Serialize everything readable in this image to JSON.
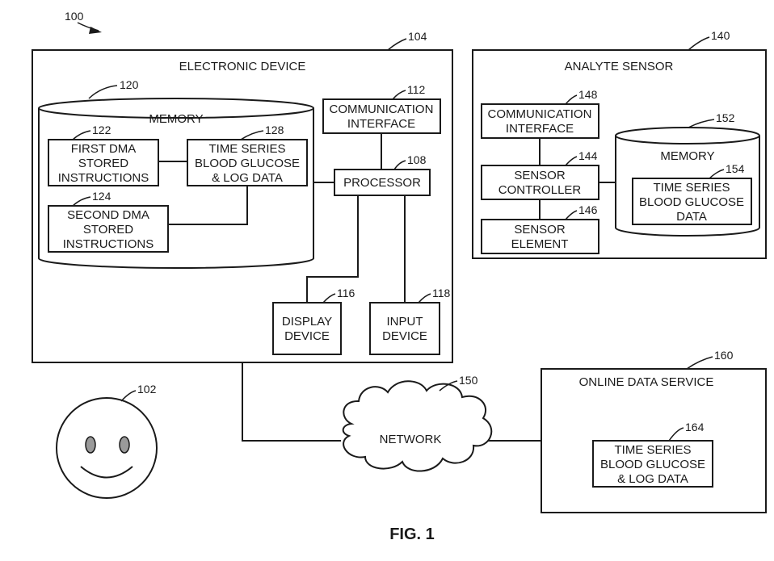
{
  "figure": {
    "system_ref": "100",
    "caption": "FIG. 1"
  },
  "electronic_device": {
    "title": "ELECTRONIC DEVICE",
    "ref": "104",
    "memory": {
      "title": "MEMORY",
      "ref": "120"
    },
    "first_dma": {
      "ref": "122",
      "lines": [
        "FIRST DMA",
        "STORED",
        "INSTRUCTIONS"
      ]
    },
    "second_dma": {
      "ref": "124",
      "lines": [
        "SECOND DMA",
        "STORED",
        "INSTRUCTIONS"
      ]
    },
    "time_series": {
      "ref": "128",
      "lines": [
        "TIME SERIES",
        "BLOOD GLUCOSE",
        "& LOG DATA"
      ]
    },
    "communication": {
      "ref": "112",
      "lines": [
        "COMMUNICATION",
        "INTERFACE"
      ]
    },
    "processor": {
      "ref": "108",
      "label": "PROCESSOR"
    },
    "display": {
      "ref": "116",
      "lines": [
        "DISPLAY",
        "DEVICE"
      ]
    },
    "input": {
      "ref": "118",
      "lines": [
        "INPUT",
        "DEVICE"
      ]
    }
  },
  "analyte_sensor": {
    "title": "ANALYTE SENSOR",
    "ref": "140",
    "communication": {
      "ref": "148",
      "lines": [
        "COMMUNICATION",
        "INTERFACE"
      ]
    },
    "controller": {
      "ref": "144",
      "lines": [
        "SENSOR",
        "CONTROLLER"
      ]
    },
    "element": {
      "ref": "146",
      "lines": [
        "SENSOR",
        "ELEMENT"
      ]
    },
    "memory": {
      "title": "MEMORY",
      "ref": "152"
    },
    "data": {
      "ref": "154",
      "lines": [
        "TIME SERIES",
        "BLOOD GLUCOSE",
        "DATA"
      ]
    }
  },
  "network": {
    "label": "NETWORK",
    "ref": "150"
  },
  "user": {
    "ref": "102"
  },
  "online_service": {
    "title": "ONLINE DATA SERVICE",
    "ref": "160",
    "data": {
      "ref": "164",
      "lines": [
        "TIME SERIES",
        "BLOOD GLUCOSE",
        "& LOG DATA"
      ]
    }
  }
}
